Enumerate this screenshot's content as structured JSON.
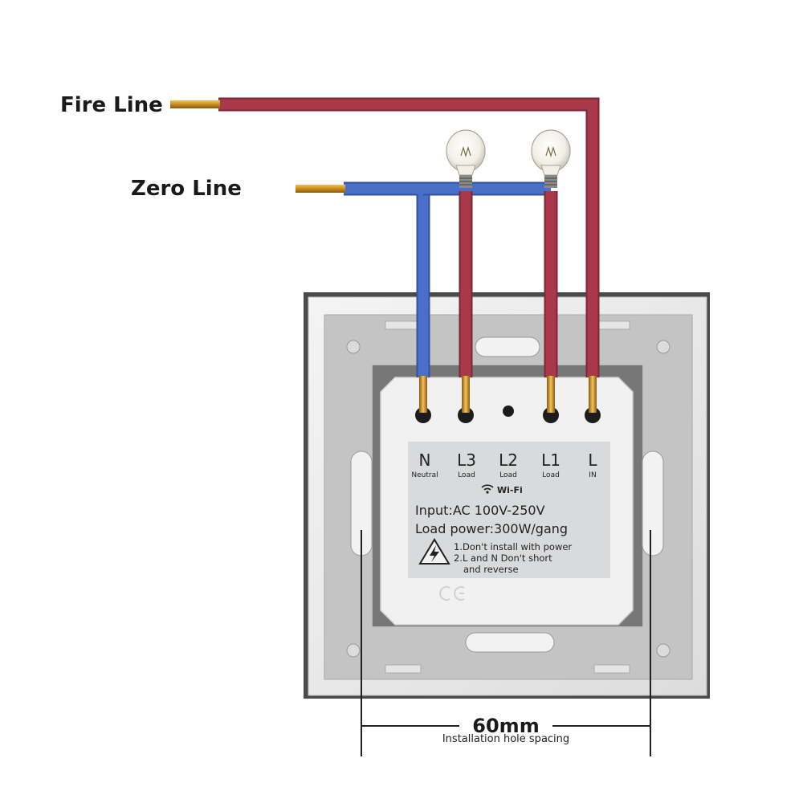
{
  "labels": {
    "fire_line": "Fire Line",
    "zero_line": "Zero Line"
  },
  "terminals": [
    {
      "id": "N",
      "sub": "Neutral"
    },
    {
      "id": "L3",
      "sub": "Load"
    },
    {
      "id": "L2",
      "sub": "Load"
    },
    {
      "id": "L1",
      "sub": "Load"
    },
    {
      "id": "L",
      "sub": "IN"
    }
  ],
  "module": {
    "wifi_label": "Wi-Fi",
    "input": "Input:AC  100V-250V",
    "load_power": "Load power:300W/gang",
    "warning_1": "1.Don't install with power",
    "warning_2": "2.L and N Don't short",
    "warning_3": "and reverse"
  },
  "dimension": {
    "value": "60mm",
    "caption": "Installation hole spacing"
  },
  "colors": {
    "fire_wire": "#a8394a",
    "zero_wire": "#4a6fc9",
    "copper": "#c98a1e",
    "plate": "#e9e9e9",
    "frame": "#4a4a4a"
  }
}
